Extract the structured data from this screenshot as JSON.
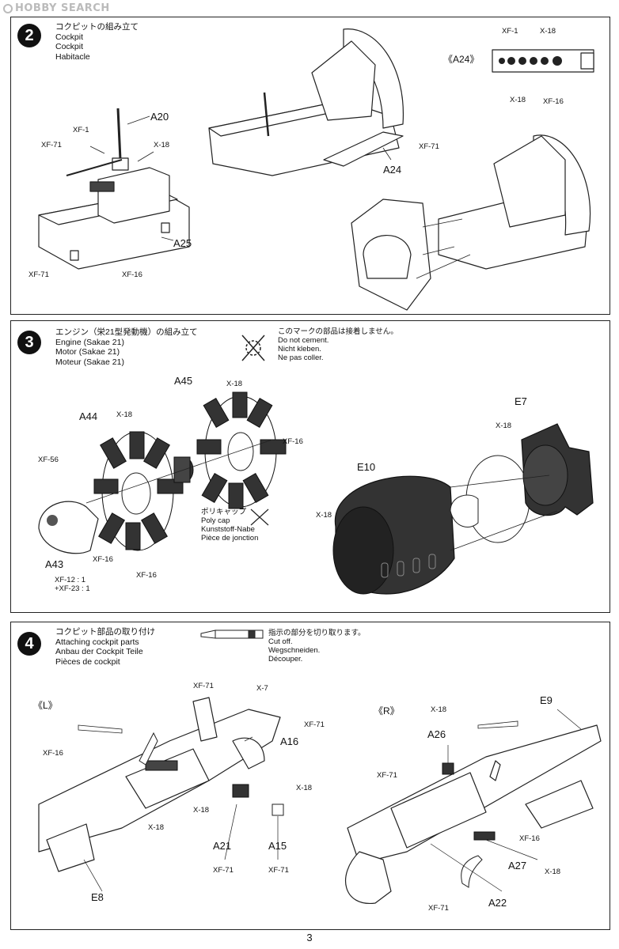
{
  "watermark": "HOBBY SEARCH",
  "page_number": "3",
  "steps": [
    {
      "num": "2",
      "title": "コクピットの組み立て\nCockpit\nCockpit\nHabitacle",
      "parts": [
        "A20",
        "A25",
        "A24"
      ],
      "colors": [
        "XF-1",
        "XF-71",
        "X-18",
        "XF-71",
        "XF-16",
        "XF-71"
      ],
      "inset_label": "《A24》",
      "inset_colors": [
        "XF-1",
        "X-18",
        "X-18",
        "XF-16"
      ]
    },
    {
      "num": "3",
      "title": "エンジン（栄21型発動機）の組み立て\nEngine (Sakae 21)\nMotor (Sakae 21)\nMoteur (Sakae 21)",
      "nocement": "このマークの部品は接着しません。\nDo not cement.\nNicht kleben.\nNe pas coller.",
      "parts": [
        "A45",
        "A44",
        "A43",
        "E7",
        "E10"
      ],
      "colors": [
        "X-18",
        "X-18",
        "XF-16",
        "XF-56",
        "XF-16",
        "XF-16",
        "X-18",
        "X-18"
      ],
      "mix": "XF-12 : 1\n+XF-23 : 1",
      "polycap": "ポリキャップ\nPoly cap\nKunststoff-Nabe\nPièce de jonction"
    },
    {
      "num": "4",
      "title": "コクピット部品の取り付け\nAttaching cockpit parts\nAnbau der Cockpit Teile\nPièces de cockpit",
      "cutoff": "指示の部分を切り取ります。\nCut off.\nWegschneiden.\nDécouper.",
      "left_label": "《L》",
      "right_label": "《R》",
      "parts": [
        "A16",
        "A21",
        "A15",
        "E8",
        "A26",
        "E9",
        "A27",
        "A22"
      ],
      "colors": [
        "XF-71",
        "X-7",
        "XF-71",
        "XF-16",
        "X-18",
        "X-18",
        "X-18",
        "XF-71",
        "XF-71",
        "X-18",
        "XF-71",
        "XF-16",
        "X-18",
        "XF-71"
      ]
    }
  ]
}
